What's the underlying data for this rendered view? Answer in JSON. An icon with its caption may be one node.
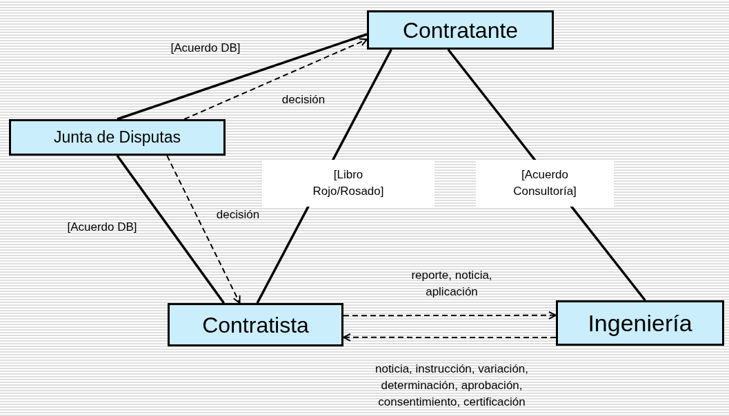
{
  "diagram": {
    "nodes": [
      {
        "text": [
          "Contratante"
        ]
      },
      {
        "text": [
          "Junta de Disputas"
        ]
      },
      {
        "text": [
          "Contratista"
        ]
      },
      {
        "text": [
          "Ingeniería"
        ]
      }
    ],
    "edges": [
      {
        "from": 1,
        "to": 0,
        "arrow": "none",
        "label": "[Acuerdo DB]"
      },
      {
        "from": 1,
        "to": 0,
        "arrow": "to",
        "label": "decisión",
        "style": "dashed"
      },
      {
        "from": 1,
        "to": 2,
        "arrow": "none",
        "label": "[Acuerdo DB]"
      },
      {
        "from": 1,
        "to": 2,
        "arrow": "to",
        "label": "decisión",
        "style": "dashed"
      },
      {
        "from": 0,
        "to": 2,
        "arrow": "none",
        "label": "[Libro Rojo/Rosado]"
      },
      {
        "from": 0,
        "to": 3,
        "arrow": "none",
        "label": "[Acuerdo Consultoría]"
      },
      {
        "from": 2,
        "to": 3,
        "arrow": "to",
        "label": "reporte, noticia, aplicación",
        "style": "dashed"
      },
      {
        "from": 3,
        "to": 2,
        "arrow": "to",
        "label": "noticia, instrucción, variación, determinación, aprobación, consentimiento, certificación",
        "style": "dashed"
      }
    ]
  }
}
